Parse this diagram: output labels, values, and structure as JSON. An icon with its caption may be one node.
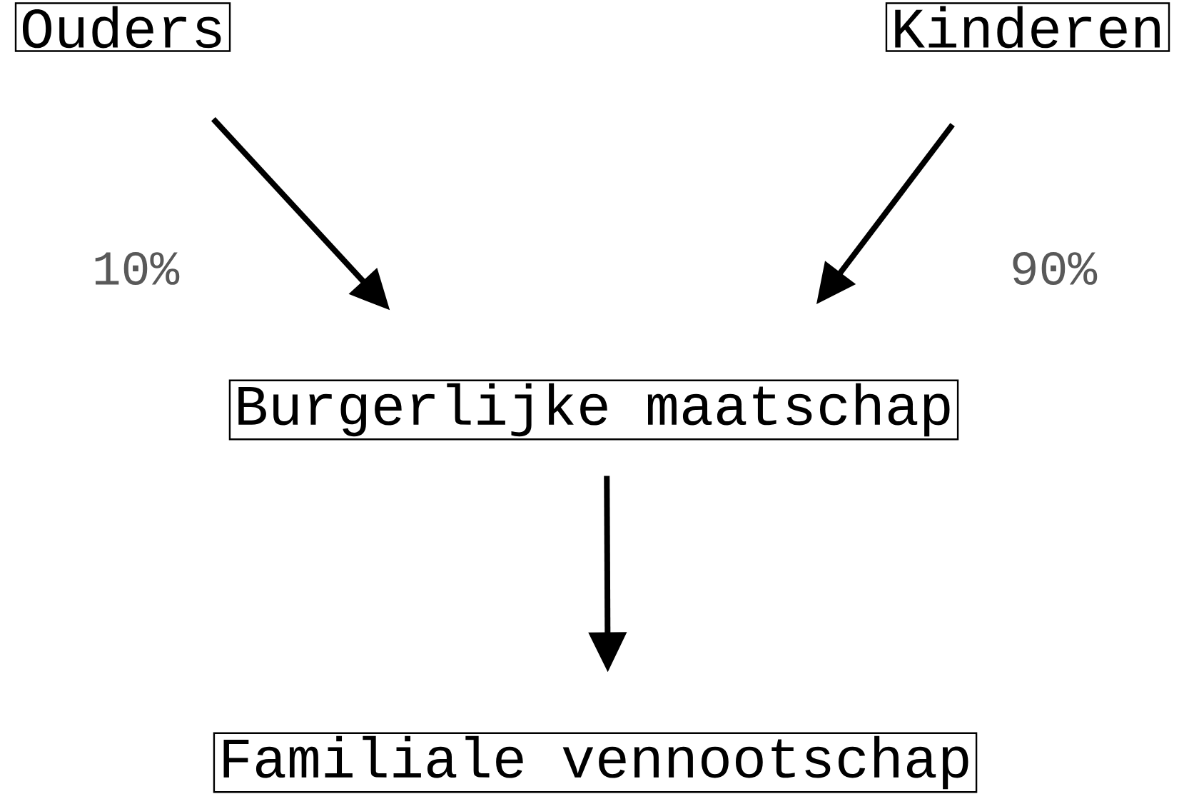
{
  "diagram": {
    "nodes": [
      {
        "text": [
          "Ouders"
        ]
      },
      {
        "text": [
          "Kinderen"
        ]
      },
      {
        "text": [
          "Burgerlijke maatschap"
        ]
      },
      {
        "text": [
          "Familiale vennootschap"
        ]
      }
    ],
    "edges": [
      {
        "from": 0,
        "to": 2,
        "arrow": "to"
      },
      {
        "from": 1,
        "to": 2,
        "arrow": "to"
      },
      {
        "from": 2,
        "to": 3,
        "arrow": "to"
      }
    ],
    "labels": [
      "10%",
      "90%"
    ]
  }
}
